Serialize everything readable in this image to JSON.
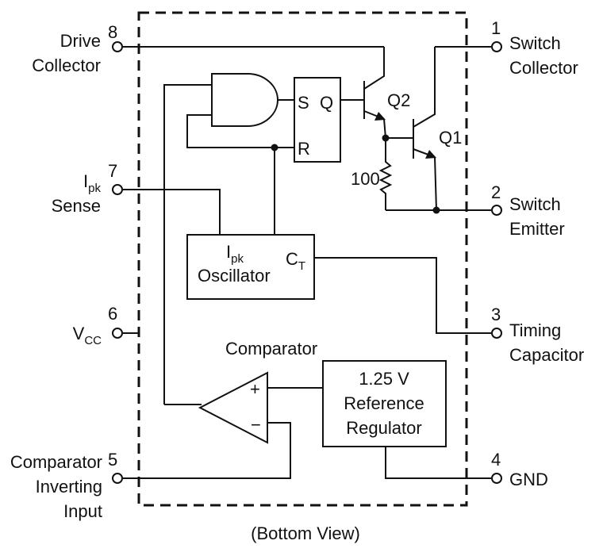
{
  "pins": [
    {
      "num": "1",
      "lines": [
        "Switch",
        "Collector"
      ]
    },
    {
      "num": "2",
      "lines": [
        "Switch",
        "Emitter"
      ]
    },
    {
      "num": "3",
      "lines": [
        "Timing",
        "Capacitor"
      ]
    },
    {
      "num": "4",
      "lines": [
        "GND"
      ]
    },
    {
      "num": "5",
      "lines": [
        "Comparator",
        "Inverting",
        "Input"
      ]
    },
    {
      "num": "6",
      "main": "V",
      "sub": "CC"
    },
    {
      "num": "7",
      "main": "I",
      "sub": "pk",
      "line2": "Sense"
    },
    {
      "num": "8",
      "lines": [
        "Drive",
        "Collector"
      ]
    }
  ],
  "latch": {
    "s": "S",
    "q": "Q",
    "r": "R"
  },
  "transistors": {
    "q1": "Q1",
    "q2": "Q2"
  },
  "resistor": "100",
  "oscillator": {
    "main": "I",
    "sub": "pk",
    "line2": "Oscillator",
    "ct_main": "C",
    "ct_sub": "T"
  },
  "comparator": {
    "title": "Comparator",
    "plus": "+",
    "minus": "−"
  },
  "reference": {
    "lines": [
      "1.25 V",
      "Reference",
      "Regulator"
    ]
  },
  "caption": "(Bottom View)"
}
